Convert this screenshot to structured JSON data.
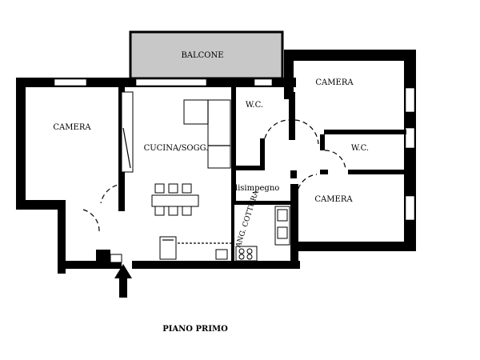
{
  "rooms": {
    "balcone": "BALCONE",
    "camera_left": "CAMERA",
    "cucina": "CUCINA/SOGG.",
    "wc_top": "W.C.",
    "camera_top_right": "CAMERA",
    "wc_right": "W.C.",
    "disimpegno": "disimpegno",
    "camera_bottom_right": "CAMERA",
    "angolo_cottura": "ANG. COTTURA"
  },
  "floor_title": "PIANO PRIMO",
  "colors": {
    "wall": "#000000",
    "balcony_fill": "#c8c8c8",
    "background": "#ffffff"
  },
  "icons": {
    "entrance": "entrance-arrow-icon"
  }
}
